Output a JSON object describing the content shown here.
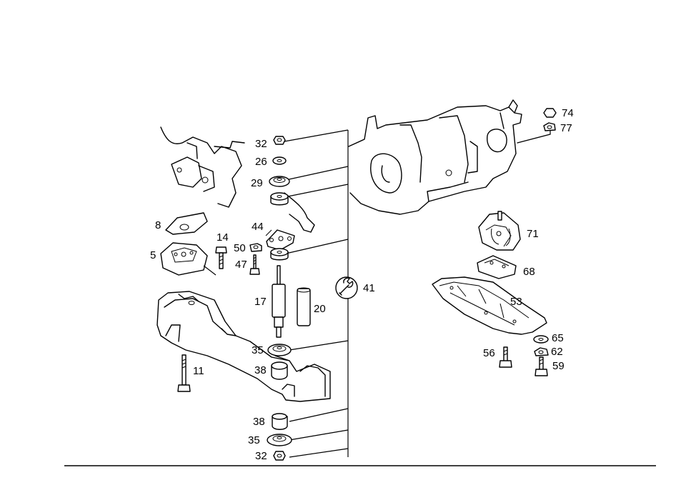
{
  "callouts": {
    "c32a": "32",
    "c26": "26",
    "c29": "29",
    "c8": "8",
    "c44": "44",
    "c14": "14",
    "c50": "50",
    "c5": "5",
    "c47": "47",
    "c17": "17",
    "c20": "20",
    "c41": "41",
    "c35a": "35",
    "c38a": "38",
    "c11": "11",
    "c38b": "38",
    "c35b": "35",
    "c32b": "32",
    "c74": "74",
    "c77": "77",
    "c71": "71",
    "c68": "68",
    "c53": "53",
    "c65": "65",
    "c56": "56",
    "c62": "62",
    "c59": "59"
  },
  "icons": {
    "tool": "wrench-icon"
  },
  "colors": {
    "line": "#000000",
    "background": "#ffffff"
  }
}
